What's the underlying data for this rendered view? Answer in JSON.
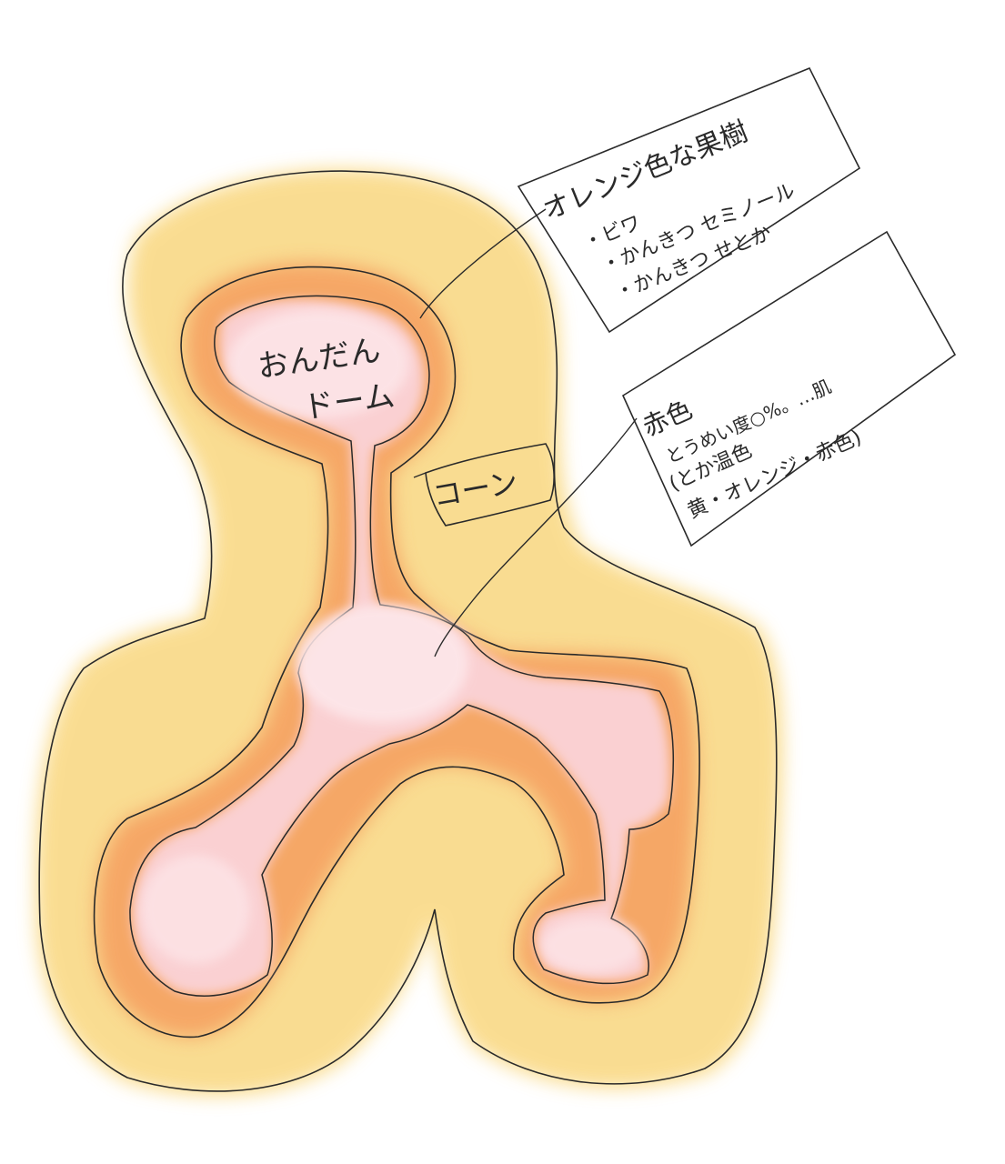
{
  "diagram": {
    "zones": [
      {
        "id": "outer",
        "color": "#f9d77e"
      },
      {
        "id": "middle",
        "color": "#f59a5c"
      },
      {
        "id": "inner",
        "color": "#fbd3d8"
      }
    ],
    "labels": {
      "dome_line1": "おんだん",
      "dome_line2": "ドーム",
      "corn": "コーン"
    },
    "note_orange": {
      "title": "オレンジ色な果樹",
      "items": [
        "・ビワ",
        "・かんきつ セミノール",
        "・かんきつ せとか"
      ]
    },
    "note_red": {
      "title": "赤色",
      "line2": "とうめい度○%。…肌",
      "line3": "(とか温色",
      "line4": "黄・オレンジ・赤色)"
    }
  }
}
